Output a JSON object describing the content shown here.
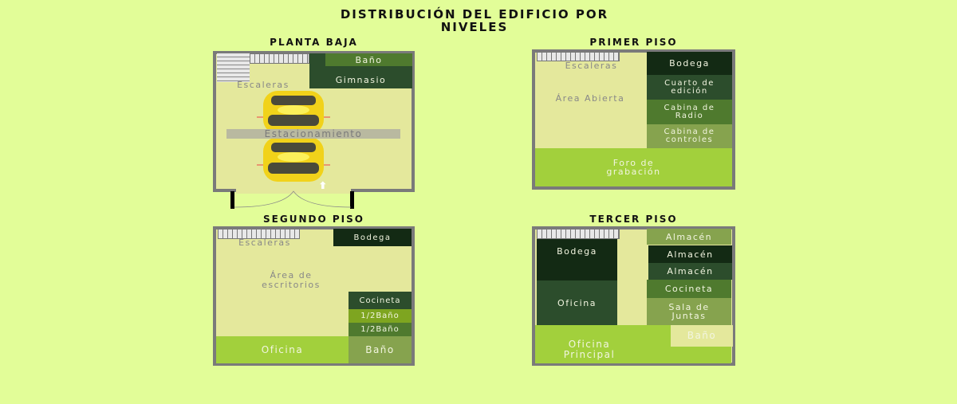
{
  "title_line1": "DISTRIBUCIÓN DEL EDIFICIO POR",
  "title_line2": "NIVELES",
  "colors": {
    "background": "#e2fd98",
    "floor": "#e4e89c",
    "wall": "#7a7a7a",
    "darkest": "#132a14",
    "dark": "#2c4d2c",
    "mid": "#4f7a2e",
    "light": "#86a34e",
    "lime": "#a2d03c",
    "olive": "#7ea520"
  },
  "planta_baja": {
    "title": "PLANTA BAJA",
    "stairs": "Escaleras",
    "bano": "Baño",
    "gimnasio": "Gimnasio",
    "estacionamiento": "Estacionamiento"
  },
  "primer_piso": {
    "title": "PRIMER PISO",
    "stairs": "Escaleras",
    "area": "Área Abierta",
    "bodega": "Bodega",
    "cuarto": "Cuarto de edición",
    "radio": "Cabina de Radio",
    "controles": "Cabina de controles",
    "foro": "Foro de grabación"
  },
  "segundo_piso": {
    "title": "SEGUNDO PISO",
    "stairs": "Escaleras",
    "area": "Área de escritorios",
    "bodega": "Bodega",
    "cocineta": "Cocineta",
    "medio_bano_1": "1/2Baño",
    "medio_bano_2": "1/2Baño",
    "oficina": "Oficina",
    "bano": "Baño"
  },
  "tercer_piso": {
    "title": "TERCER PISO",
    "bodega": "Bodega",
    "oficina": "Oficina",
    "almacen_1": "Almacén",
    "almacen_2": "Almacén",
    "almacen_3": "Almacén",
    "cocineta": "Cocineta",
    "sala": "Sala de Juntas",
    "oficina_principal": "Oficina Principal",
    "bano": "Baño"
  }
}
